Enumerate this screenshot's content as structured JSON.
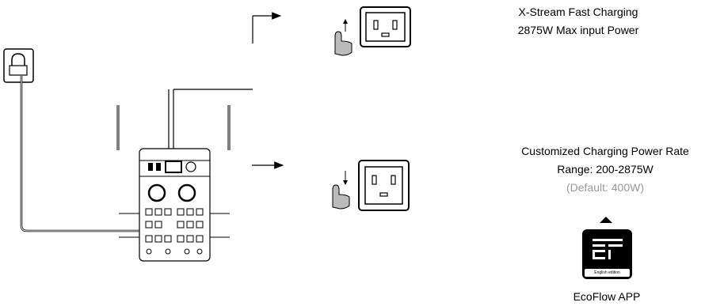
{
  "top_note": {
    "line1": "X-Stream Fast Charging",
    "line2": "2875W Max input Power"
  },
  "bottom_note": {
    "line1": "Customized Charging Power Rate",
    "line2": "Range: 200-2875W",
    "line3": "(Default: 400W)"
  },
  "app": {
    "label": "EcoFlow APP",
    "icon_text": "English edition",
    "arrow": "up"
  },
  "switch_positions": [
    "up",
    "down"
  ],
  "colors": {
    "line": "#000000",
    "muted_text": "#999999",
    "app_icon_bg": "#000000"
  }
}
